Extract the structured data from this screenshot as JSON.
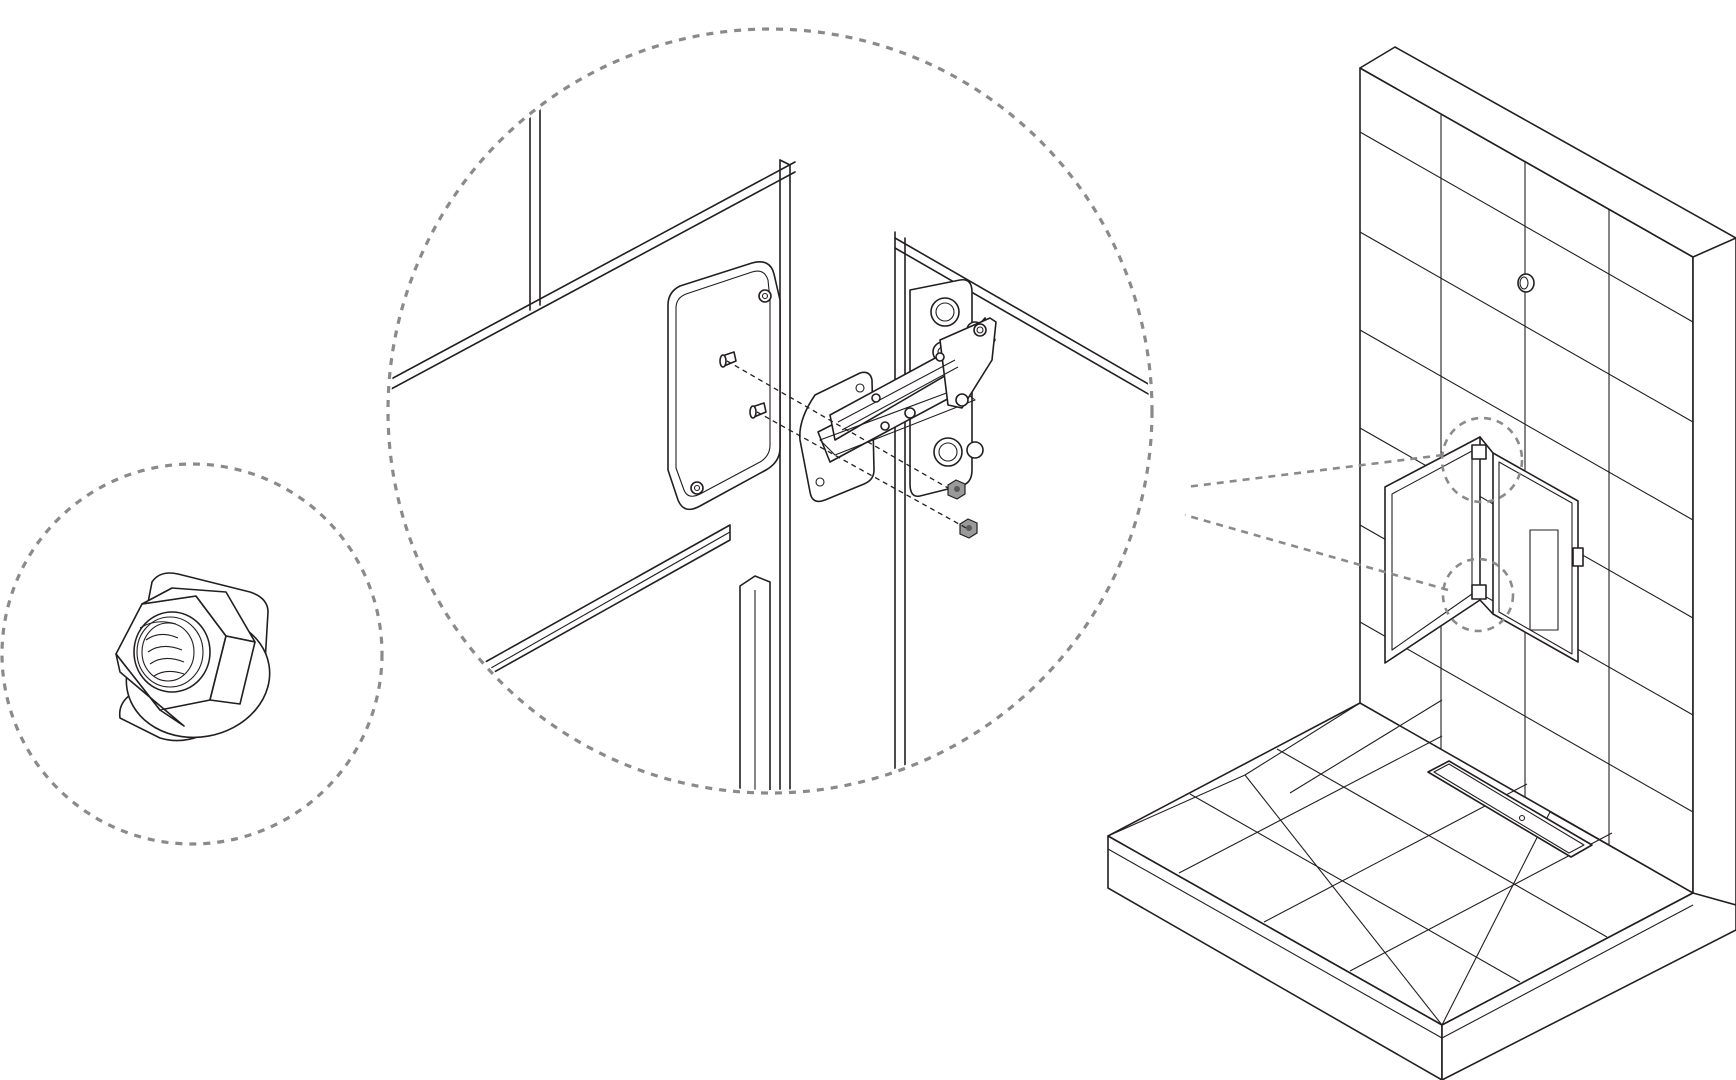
{
  "figure": {
    "description_text": "",
    "callouts": [
      {
        "id": "hinge-detail",
        "shape": "dashed-circle"
      },
      {
        "id": "flange-nut-detail",
        "shape": "dashed-circle"
      }
    ],
    "icons": [
      "hinge-icon",
      "flange-nut-icon",
      "screw-icon",
      "shower-wall-icon",
      "linear-drain-icon",
      "access-panel-icon"
    ],
    "colors": {
      "line": "#231f20",
      "callout": "#8a8a8a",
      "highlight_part": "#9a9a9a",
      "background": "#ffffff"
    }
  }
}
